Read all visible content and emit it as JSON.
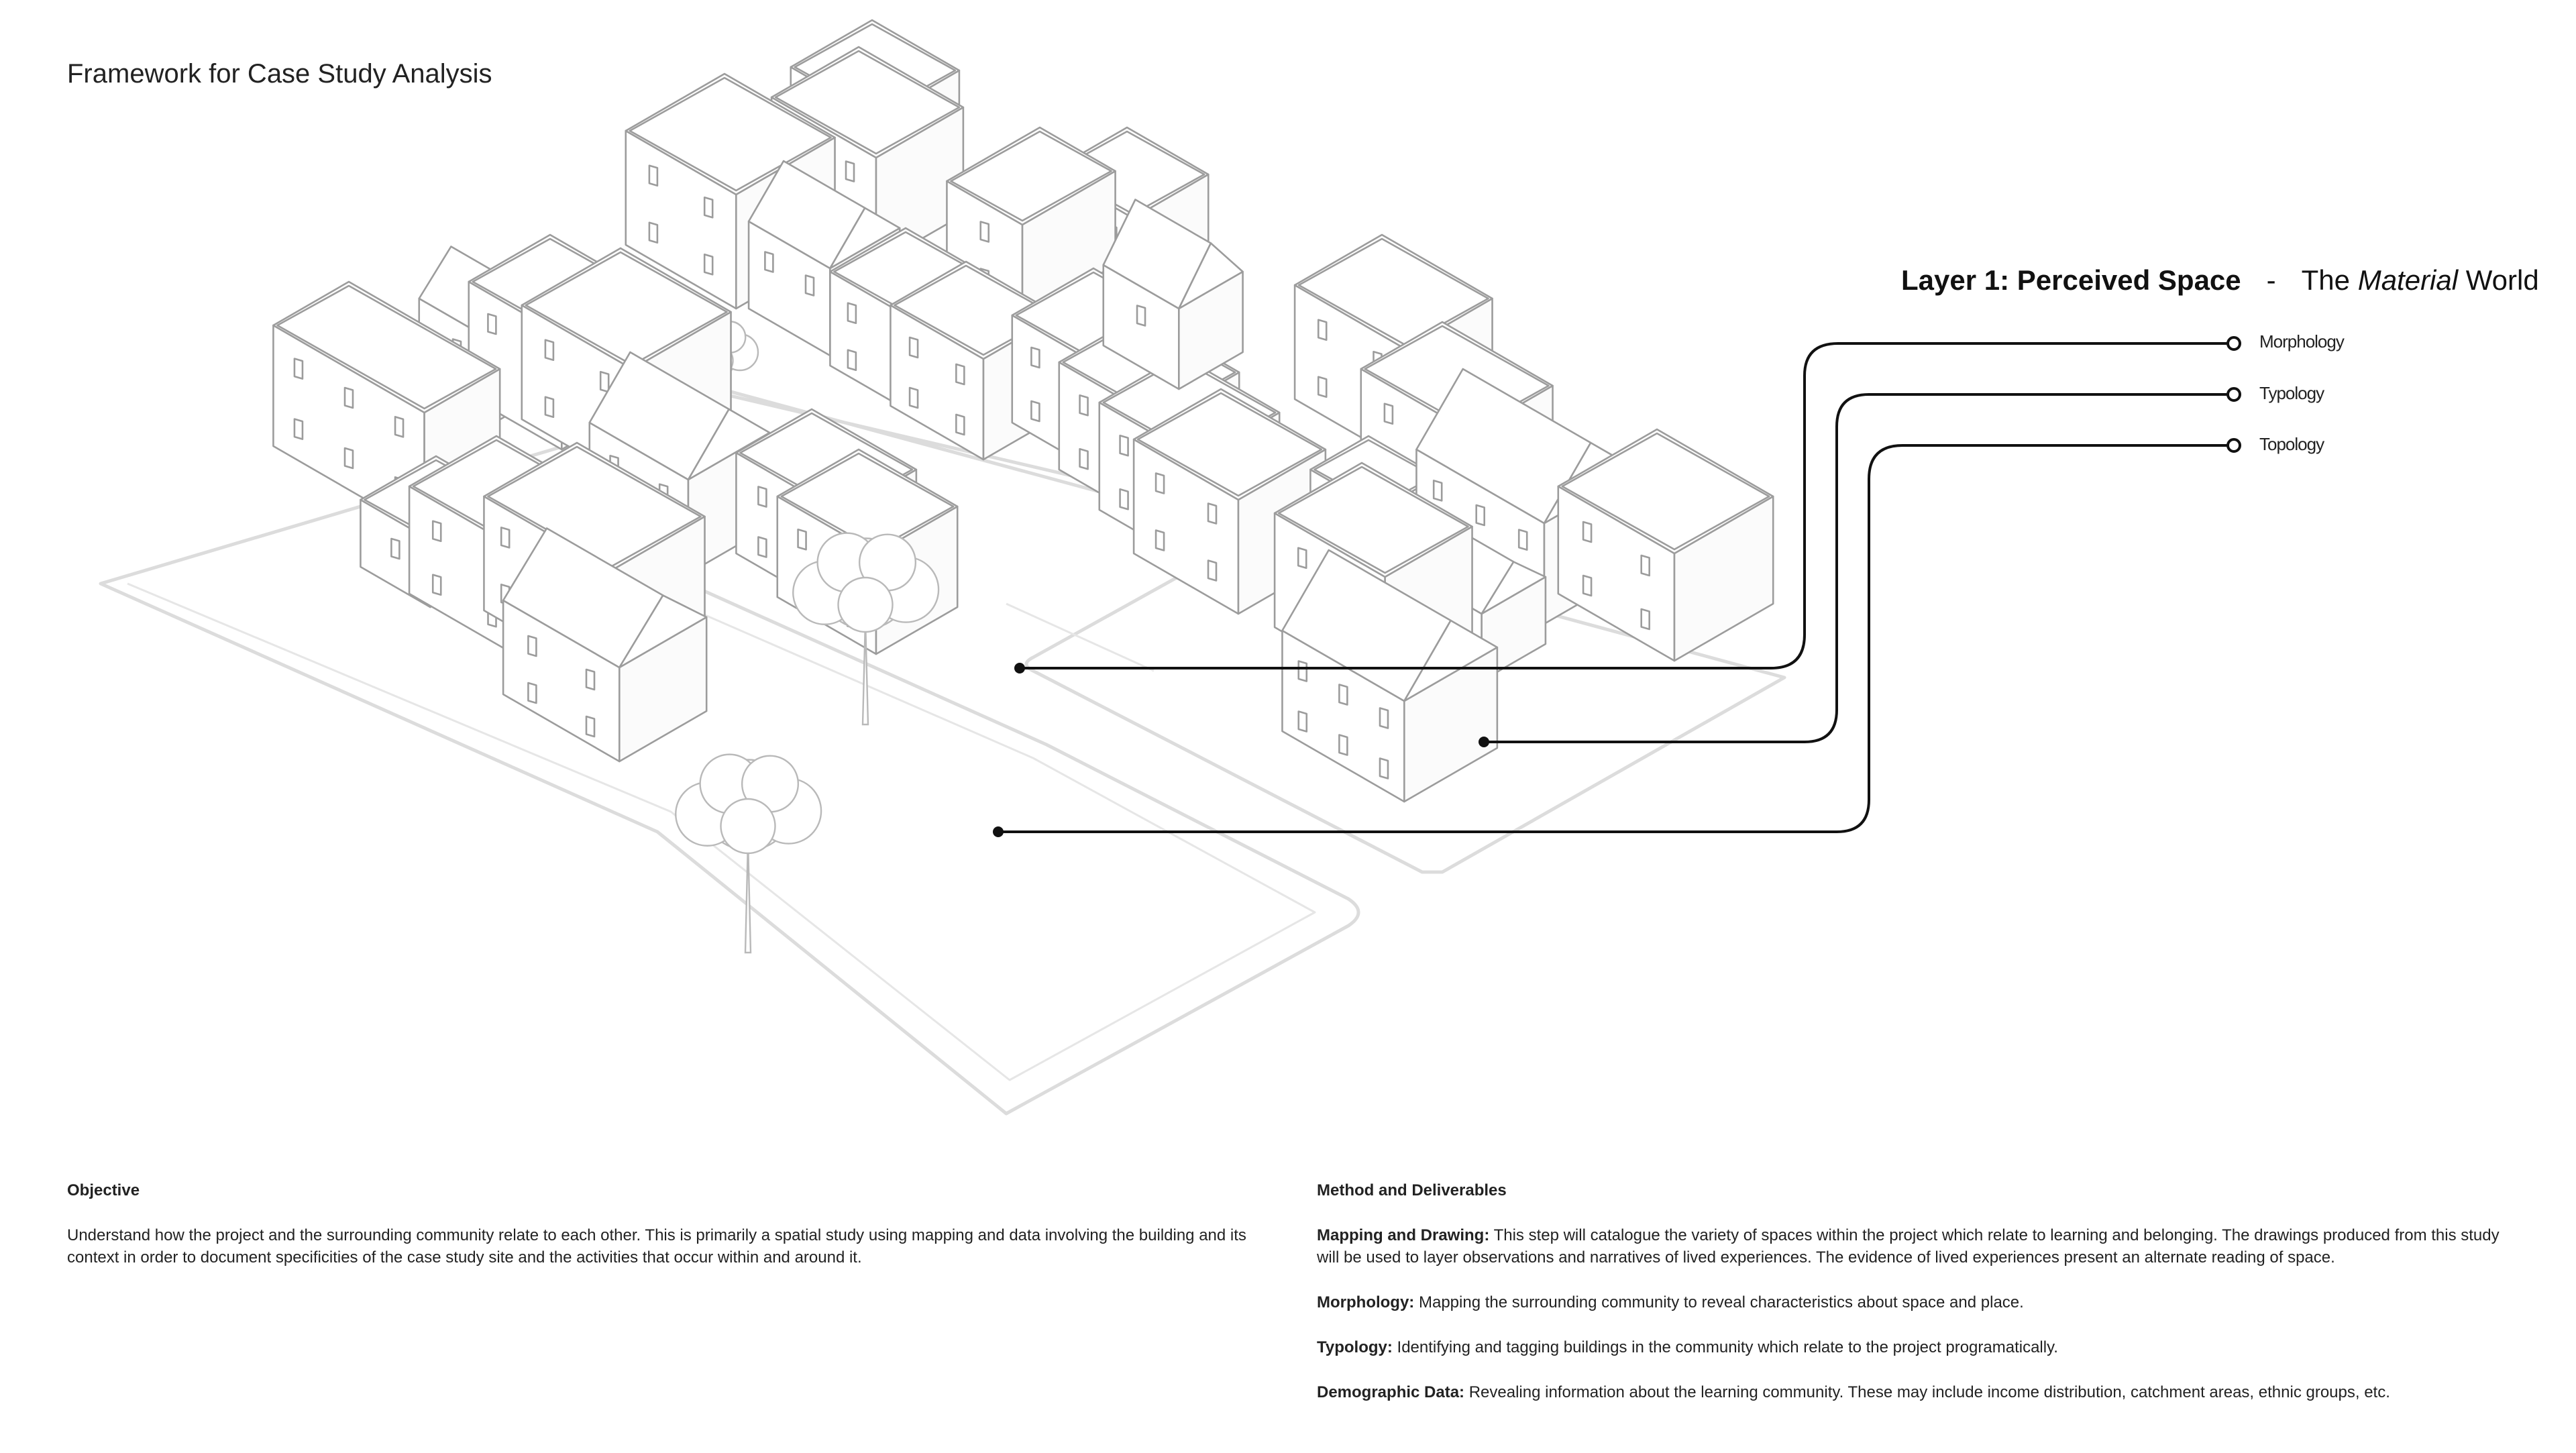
{
  "page": {
    "title": "Framework for Case Study Analysis"
  },
  "layer": {
    "title": "Layer 1: Perceived Space",
    "dash": "-",
    "subtitle_pre": "The",
    "subtitle_italic": "Material",
    "subtitle_post": "World",
    "items": [
      "Morphology",
      "Typology",
      "Topology"
    ]
  },
  "objective": {
    "heading": "Objective",
    "body": "Understand how the project and the surrounding community relate to each other. This is primarily a spatial study using mapping and data involving the building and its context in order to document specificities of the case study site and the activities that occur within and around it."
  },
  "method": {
    "heading": "Method and Deliverables",
    "items": [
      {
        "term": "Mapping and Drawing:",
        "text": " This step will catalogue the variety of spaces within the project which relate to learning and belonging. The drawings produced from this study will be used to layer observations and narratives of lived experiences. The evidence of lived experiences present an alternate reading of space."
      },
      {
        "term": "Morphology:",
        "text": " Mapping the surrounding community to reveal characteristics about space and place."
      },
      {
        "term": "Typology:",
        "text": " Identifying and tagging buildings in the community which relate to the project programatically."
      },
      {
        "term": "Demographic Data:",
        "text": " Revealing information about the learning community. These may include income distribution, catchment areas, ethnic groups, etc."
      }
    ]
  },
  "colors": {
    "ink": "#111111",
    "building_stroke": "#9c9c9c",
    "street": "#dcdcdc"
  }
}
